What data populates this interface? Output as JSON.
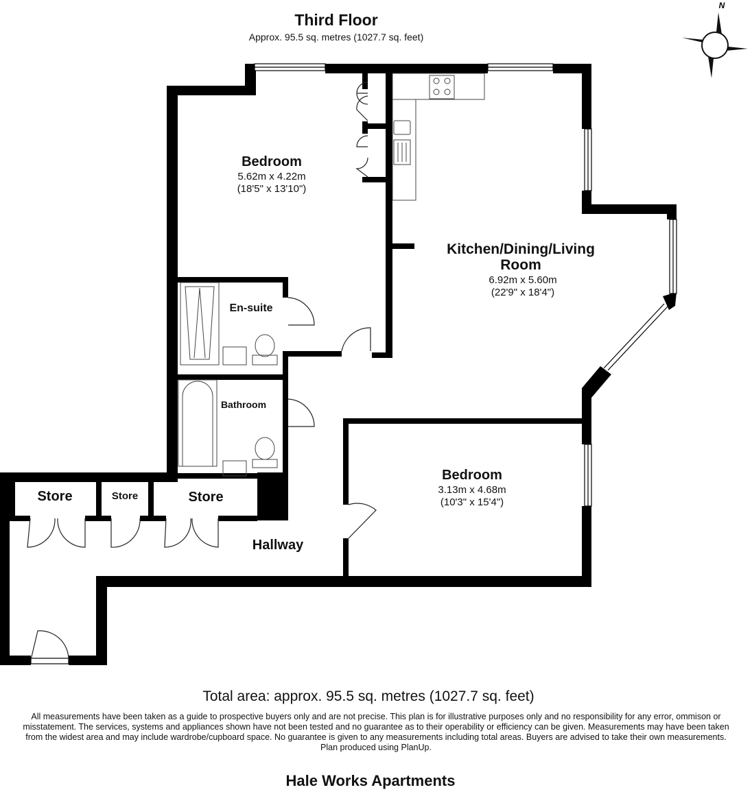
{
  "header": {
    "title": "Third Floor",
    "subtitle": "Approx. 95.5 sq. metres (1027.7 sq. feet)"
  },
  "compass": {
    "label": "N"
  },
  "rooms": {
    "bedroom_main": {
      "name": "Bedroom",
      "dim_m": "5.62m x 4.22m",
      "dim_ft": "(18'5\" x 13'10\")"
    },
    "kitchen": {
      "name_line1": "Kitchen/Dining/Living",
      "name_line2": "Room",
      "dim_m": "6.92m x 5.60m",
      "dim_ft": "(22'9\" x 18'4\")"
    },
    "ensuite": {
      "name": "En-suite"
    },
    "bathroom": {
      "name": "Bathroom"
    },
    "bedroom_second": {
      "name": "Bedroom",
      "dim_m": "3.13m x 4.68m",
      "dim_ft": "(10'3\" x 15'4\")"
    },
    "store_1": {
      "name": "Store"
    },
    "store_2": {
      "name": "Store"
    },
    "store_3": {
      "name": "Store"
    },
    "hallway": {
      "name": "Hallway"
    }
  },
  "footer": {
    "total_area": "Total area: approx. 95.5 sq. metres (1027.7 sq. feet)",
    "disclaimer": "All measurements have been taken as a guide to prospective buyers only and are not precise. This plan is for illustrative purposes only and no responsibility for any error, ommison or misstatement. The services, systems and appliances shown have not been tested and no guarantee as to their operability or efficiency can be given. Measurements may have been taken from the widest area and may include wardrobe/cupboard space. No guarantee is given to any measurements including total areas. Buyers are advised to take their own measurements.",
    "produced_by": "Plan produced using PlanUp.",
    "property_name": "Hale Works Apartments"
  },
  "colors": {
    "wall": "#000000",
    "fixture": "#555555",
    "background": "#ffffff"
  }
}
